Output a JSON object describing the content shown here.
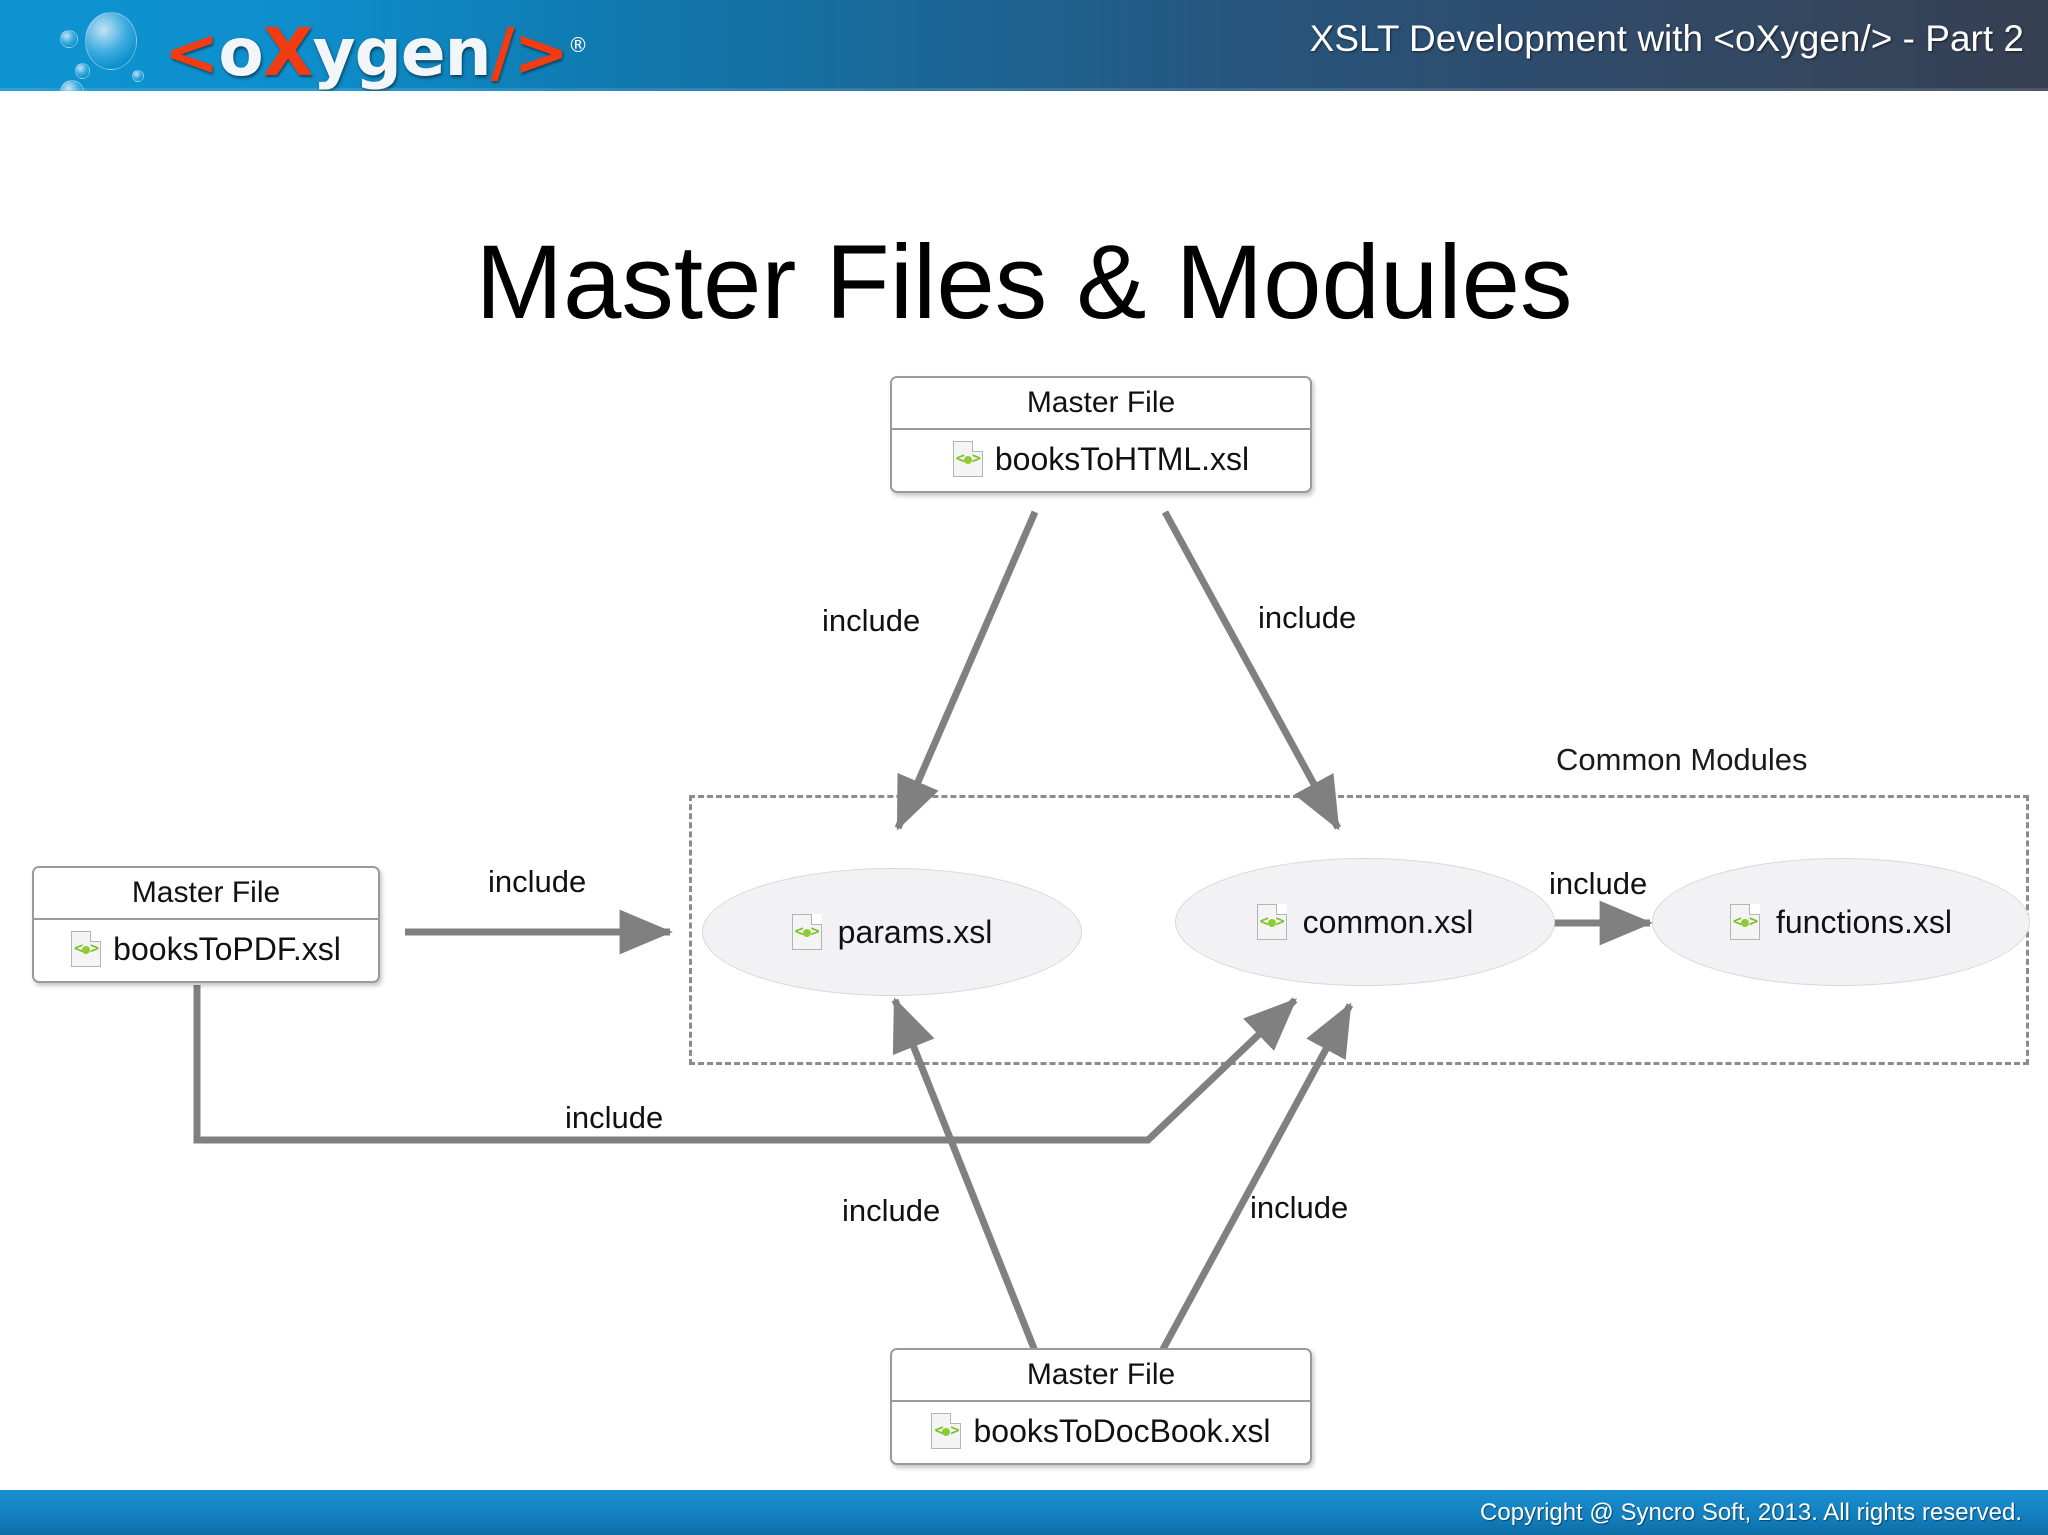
{
  "header": {
    "logo": {
      "lt": "<",
      "o": "o",
      "x": "X",
      "ygen": "ygen",
      "slash": "/",
      "gt": ">",
      "registered": "®",
      "alt": "oXygen XML Editor logo"
    },
    "title": "XSLT Development with <oXygen/> - Part 2",
    "bg_left": "#0e93d1",
    "bg_right": "#353f52"
  },
  "slide": {
    "title": "Master Files & Modules"
  },
  "footer": {
    "text": "Copyright @ Syncro Soft, 2013. All rights reserved.",
    "bg": "#1280c0"
  },
  "diagram": {
    "group_label": "Common Modules",
    "nodes": [
      {
        "id": "booksToHTML",
        "kind": "master-file",
        "title": "Master File",
        "file": "booksToHTML.xsl"
      },
      {
        "id": "booksToPDF",
        "kind": "master-file",
        "title": "Master File",
        "file": "booksToPDF.xsl"
      },
      {
        "id": "booksToDocBook",
        "kind": "master-file",
        "title": "Master File",
        "file": "booksToDocBook.xsl"
      },
      {
        "id": "params",
        "kind": "module",
        "file": "params.xsl"
      },
      {
        "id": "common",
        "kind": "module",
        "file": "common.xsl"
      },
      {
        "id": "functions",
        "kind": "module",
        "file": "functions.xsl"
      }
    ],
    "edges": [
      {
        "from": "booksToHTML",
        "to": "params",
        "label": "include"
      },
      {
        "from": "booksToHTML",
        "to": "common",
        "label": "include"
      },
      {
        "from": "booksToPDF",
        "to": "params",
        "label": "include"
      },
      {
        "from": "booksToPDF",
        "to": "common",
        "label": "include"
      },
      {
        "from": "common",
        "to": "functions",
        "label": "include"
      },
      {
        "from": "booksToDocBook",
        "to": "params",
        "label": "include"
      },
      {
        "from": "booksToDocBook",
        "to": "common",
        "label": "include"
      }
    ],
    "colors": {
      "edge": "#808080",
      "group_border": "#8c8c8c",
      "node_border": "#9a9a9a",
      "ellipse_fill": "#f2f1f4",
      "icon_green": "#8dcc33"
    },
    "icon_name": "xsl-file-icon"
  }
}
